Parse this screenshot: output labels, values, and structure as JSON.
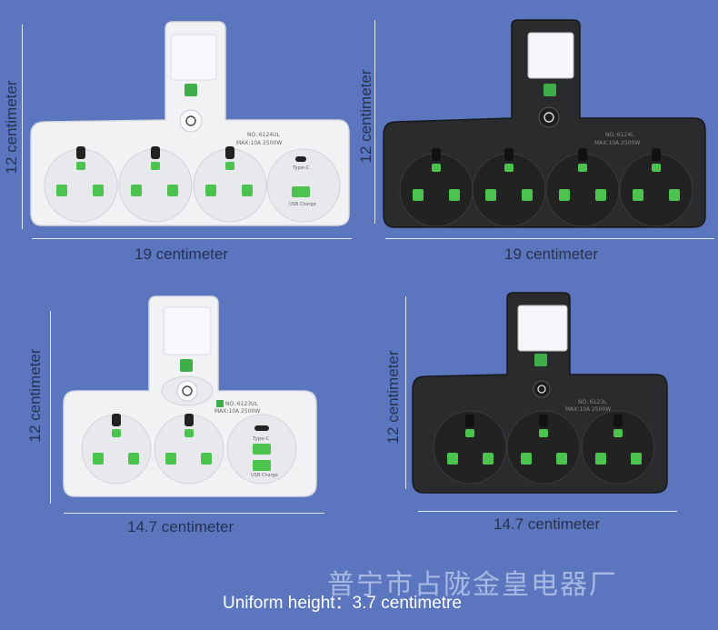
{
  "products": [
    {
      "name": "white-4-outlet",
      "height_label": "12 centimeter",
      "width_label": "19 centimeter",
      "model": "NO.:6124UL",
      "rating": "MAX:10A 2500W",
      "type_c_label": "Type-C",
      "usb_label": "USB Charge",
      "color": "#f2f3f5"
    },
    {
      "name": "black-4-outlet",
      "height_label": "12 centimeter",
      "width_label": "19 centimeter",
      "model": "NO.:6124L",
      "rating": "MAX:10A 2500W",
      "color": "#2a2b2d"
    },
    {
      "name": "white-2-outlet",
      "height_label": "12 centimeter",
      "width_label": "14.7 centimeter",
      "model": "NO.:6123UL",
      "rating": "MAX:10A 2500W",
      "type_c_label": "Type-C",
      "usb_label": "USB Charge",
      "color": "#f2f3f5"
    },
    {
      "name": "black-3-outlet",
      "height_label": "12 centimeter",
      "width_label": "14.7 centimeter",
      "model": "NO.:6123L",
      "rating": "MAX:10A 2500W",
      "color": "#2a2b2d"
    }
  ],
  "watermark": "普宁市占陇金皇电器厂",
  "footer": "Uniform height：3.7 centimetre",
  "colors": {
    "background": "#5b76bf",
    "accent_green": "#3fae48",
    "led": "#f4f5f8"
  }
}
